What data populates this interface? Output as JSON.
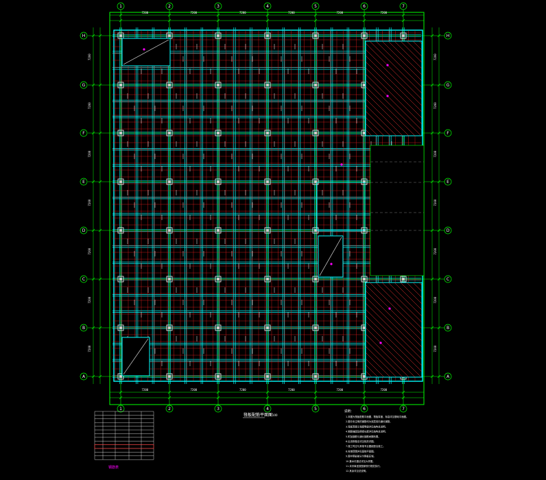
{
  "drawing": {
    "grid_columns": [
      "1",
      "2",
      "3",
      "4",
      "5",
      "6",
      "7"
    ],
    "grid_rows": [
      "H",
      "G",
      "F",
      "E",
      "D",
      "C",
      "B",
      "A"
    ],
    "plan_title": "筏板配筋平面图",
    "plan_scale": "1:100",
    "notes_heading": "说明：",
    "notes": [
      "1.本图为筏板配筋平面图，筏板厚度、标高详见基础平面图。",
      "2.图中未注明的钢筋均为双层双向通长钢筋。",
      "3.筏板混凝土强度等级详见结构总说明。",
      "4.钢筋锚固及搭接长度详见结构总说明。",
      "5.附加钢筋与通长钢筋间隔布置。",
      "6.后浇带做法详见相关详图。",
      "7.施工时应与其他专业图纸配合施工。",
      "8.柱墩范围详见基础平面图。",
      "9.图中阴影部分为降板区域。",
      "10.集水坑做法详见大样图。",
      "11.未尽事宜按国家现行规范执行。",
      "12.其余详见总说明。"
    ],
    "table_title": "钢筋表",
    "colors": {
      "grid_axis": "#00ff00",
      "beam": "#00ffff",
      "rebar": "#ff2020",
      "hatch": "#ff3333",
      "text": "#ffffff",
      "highlight": "#ff00ff"
    }
  }
}
